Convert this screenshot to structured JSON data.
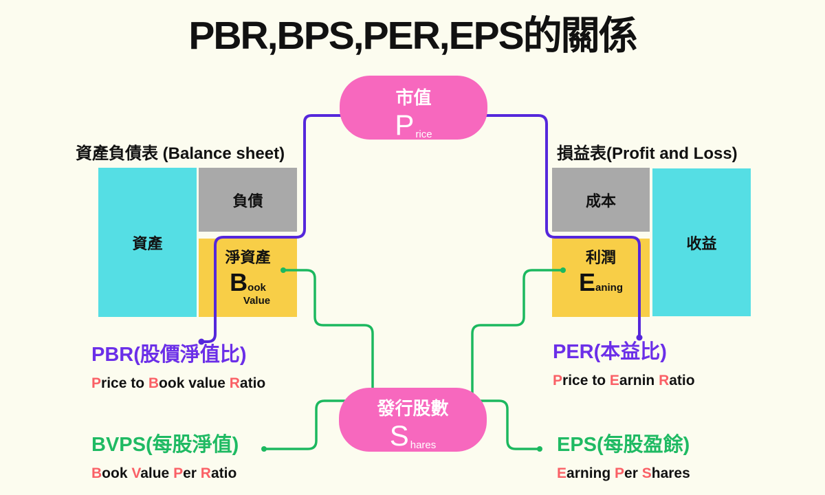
{
  "title": "PBR,BPS,PER,EPS的關係",
  "colors": {
    "background": "#FCFCEF",
    "pink": "#F768BE",
    "cyan": "#55DEE4",
    "yellow": "#F8CE47",
    "gray": "#A9A9A9",
    "purple_line": "#5527DB",
    "purple_text": "#6B2FE8",
    "green_line": "#1CB85F",
    "green_text": "#1FBA63",
    "red_letter": "#FA6066",
    "ink": "#111111",
    "white": "#FFFFFF"
  },
  "nodes": {
    "market_cap": {
      "label": "市值",
      "symbol": "P",
      "symbol_sub": "rice"
    },
    "shares": {
      "label": "發行股數",
      "symbol": "S",
      "symbol_sub": "hares"
    }
  },
  "balance_sheet": {
    "title": "資產負債表 (Balance sheet)",
    "assets": "資產",
    "liabilities": "負債",
    "net_assets": "淨資產",
    "book_initial": "B",
    "book_rest": "ook",
    "book_word2": "Value"
  },
  "profit_loss": {
    "title": "損益表(Profit and Loss)",
    "cost": "成本",
    "profit": "利潤",
    "earning_initial": "E",
    "earning_rest": "aning",
    "revenue": "收益"
  },
  "ratios": {
    "pbr": {
      "heading": "PBR(股價淨值比)",
      "parts": [
        "P",
        "rice to ",
        "B",
        "ook value ",
        "R",
        "atio"
      ]
    },
    "per": {
      "heading": "PER(本益比)",
      "parts": [
        "P",
        "rice to ",
        "E",
        "arnin ",
        "R",
        "atio"
      ]
    },
    "bvps": {
      "heading": "BVPS(每股淨值)",
      "parts": [
        "B",
        "ook ",
        "V",
        "alue ",
        "P",
        "er ",
        "R",
        "atio"
      ]
    },
    "eps": {
      "heading": "EPS(每股盈餘)",
      "parts": [
        "E",
        "arning ",
        "P",
        "er ",
        "S",
        "hares"
      ]
    }
  }
}
